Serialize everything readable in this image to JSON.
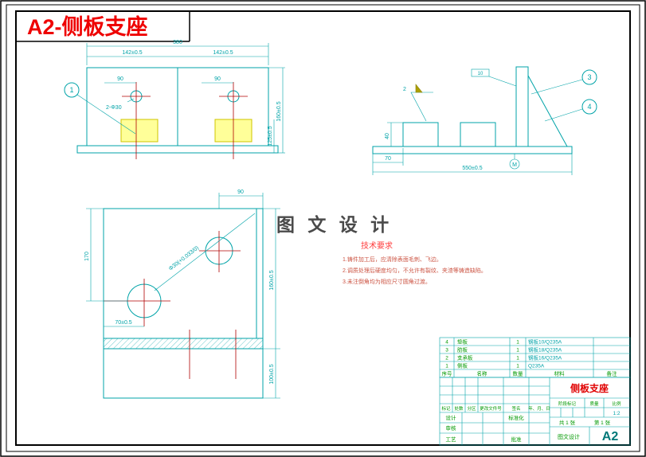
{
  "title": "A2-侧板支座",
  "watermark": "图 文 设 计",
  "front_view": {
    "balloon_1": "1",
    "dim_total": "380",
    "dim_left": "142±0.5",
    "dim_right": "142±0.5",
    "dim_hole_left": "90",
    "dim_hole_right": "90",
    "hole_note": "2-Φ30",
    "dim_height": "160±0.5",
    "dim_height_partial": "125±0.5"
  },
  "side_view": {
    "balloon_3": "3",
    "balloon_4": "4",
    "weld_note": "2",
    "callout": "10",
    "dim_left": "70",
    "dim_total": "550±0.5",
    "dim_height": "40",
    "datum": "M"
  },
  "plan_view": {
    "dim_top": "90",
    "dim_left": "170",
    "hole_note": "Φ30(+0.033/0)",
    "dim_bottom": "70±0.5",
    "dim_right_upper": "160±0.5",
    "dim_right_lower": "100±0.5"
  },
  "tech_requirements": {
    "heading": "技术要求",
    "line_1": "1.铸件加工后，应清除表面毛刺、飞边。",
    "line_2": "2.调质处理后硬度均匀，不允许有裂纹、夹渣等铸造缺陷。",
    "line_3": "3.未注倒角均为相应尺寸圆角过渡。"
  },
  "parts_list": {
    "headers": {
      "seq": "序号",
      "name": "名称",
      "qty": "数量",
      "material": "材料",
      "remark": "备注"
    },
    "rows": [
      {
        "seq": "4",
        "name": "垫板",
        "qty": "1",
        "material": "钢板10/Q235A",
        "remark": ""
      },
      {
        "seq": "3",
        "name": "肋板",
        "qty": "1",
        "material": "钢板18/Q235A",
        "remark": ""
      },
      {
        "seq": "2",
        "name": "支承板",
        "qty": "1",
        "material": "钢板16/Q235A",
        "remark": ""
      },
      {
        "seq": "1",
        "name": "侧板",
        "qty": "1",
        "material": "Q235A",
        "remark": ""
      }
    ]
  },
  "title_block": {
    "part_name": "侧板支座",
    "sheet_size": "A2",
    "stage_label": "阶段标记",
    "mass_label": "质量",
    "scale_label": "比例",
    "scale_value": "1:2",
    "sheets_total": "共 1 张",
    "sheet_no": "第 1 张",
    "company": "图文设计",
    "rev_labels": {
      "mark": "标记",
      "count": "处数",
      "zone": "分区",
      "doc_no": "更改文件号",
      "sign": "签名",
      "date": "年、月、日"
    },
    "role_design": "设计",
    "role_standard": "标准化",
    "role_check": "审核",
    "role_process": "工艺",
    "role_approve": "批准"
  }
}
